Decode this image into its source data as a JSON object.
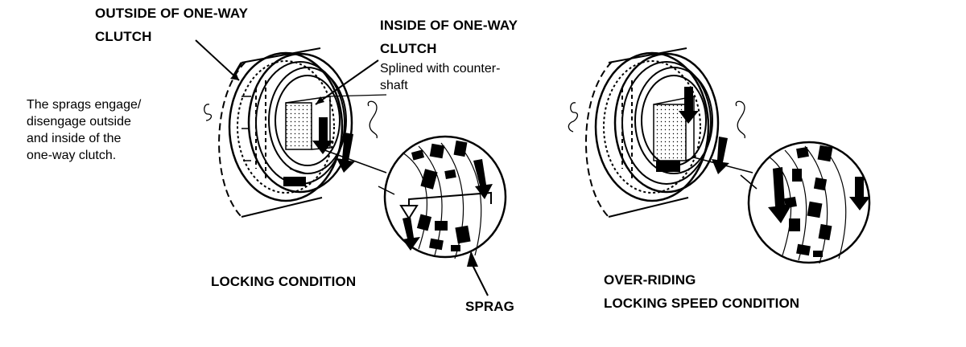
{
  "labels": {
    "outside": [
      "OUTSIDE OF ONE-WAY",
      "CLUTCH"
    ],
    "inside": [
      "INSIDE OF ONE-WAY",
      "CLUTCH"
    ],
    "splined": [
      "Splined with counter-",
      "shaft"
    ],
    "sprags_note": [
      "The sprags engage/",
      "disengage outside",
      "and inside of the",
      "one-way clutch."
    ],
    "locking": "LOCKING CONDITION",
    "sprag": "SPRAG",
    "overriding": [
      "OVER-RIDING",
      "LOCKING SPEED CONDITION"
    ]
  },
  "colors": {
    "ink": "#000000",
    "paper": "#ffffff"
  }
}
